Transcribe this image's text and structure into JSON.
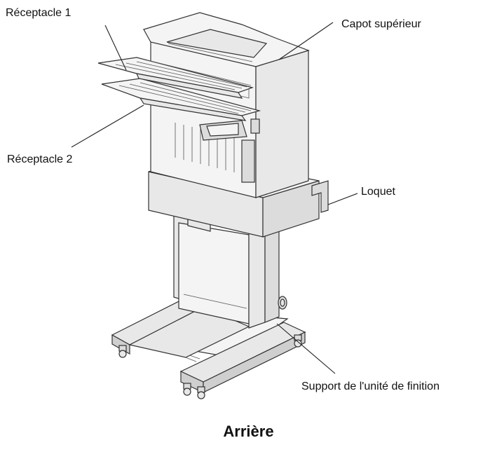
{
  "labels": {
    "bin1": "Réceptacle 1",
    "bin2": "Réceptacle 2",
    "top_cover": "Capot supérieur",
    "latch": "Loquet",
    "stand": "Support de l'unité de finition"
  },
  "caption": "Arrière",
  "colors": {
    "line": "#222222",
    "fill_light": "#f4f4f4",
    "fill_mid": "#e8e8e8",
    "fill_dark": "#cfcfcf"
  }
}
